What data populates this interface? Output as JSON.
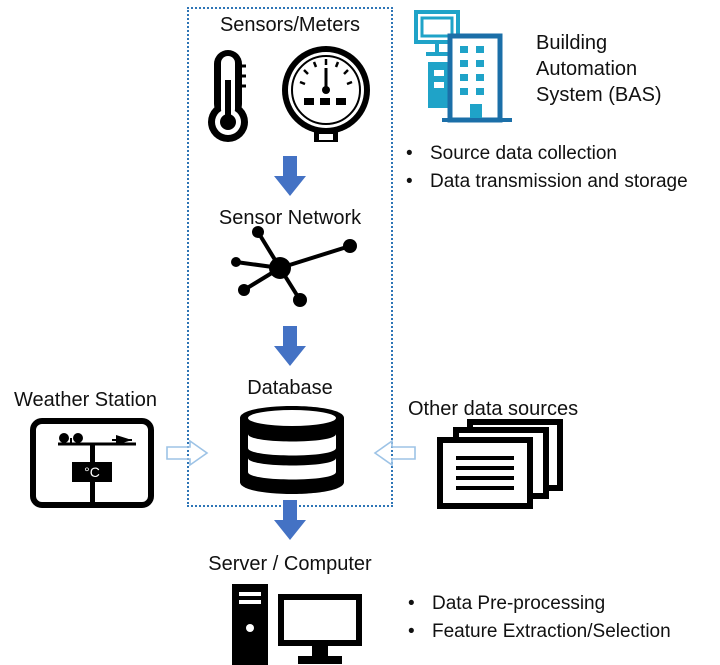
{
  "nodes": {
    "sensors": "Sensors/Meters",
    "sensor_network": "Sensor Network",
    "database": "Database",
    "weather_station": "Weather Station",
    "other_sources": "Other data sources",
    "server": "Server / Computer",
    "bas_lines": [
      "Building",
      "Automation",
      "System (BAS)"
    ],
    "weather_unit": "°C"
  },
  "bas_bullets": [
    "Source data collection",
    "Data transmission and storage"
  ],
  "server_bullets": [
    "Data Pre-processing",
    "Feature Extraction/Selection"
  ],
  "colors": {
    "flow_arrow": "#4472C4",
    "dashed_box": "#2E75B6",
    "input_arrow": "#9DC3E6",
    "bas_icon": "#1FA3C8",
    "bas_icon_dark": "#1B6FA8"
  },
  "icons": [
    "thermometer-icon",
    "pressure-gauge-icon",
    "building-icon",
    "network-icon",
    "database-icon",
    "weather-station-icon",
    "documents-icon",
    "computer-icon"
  ]
}
